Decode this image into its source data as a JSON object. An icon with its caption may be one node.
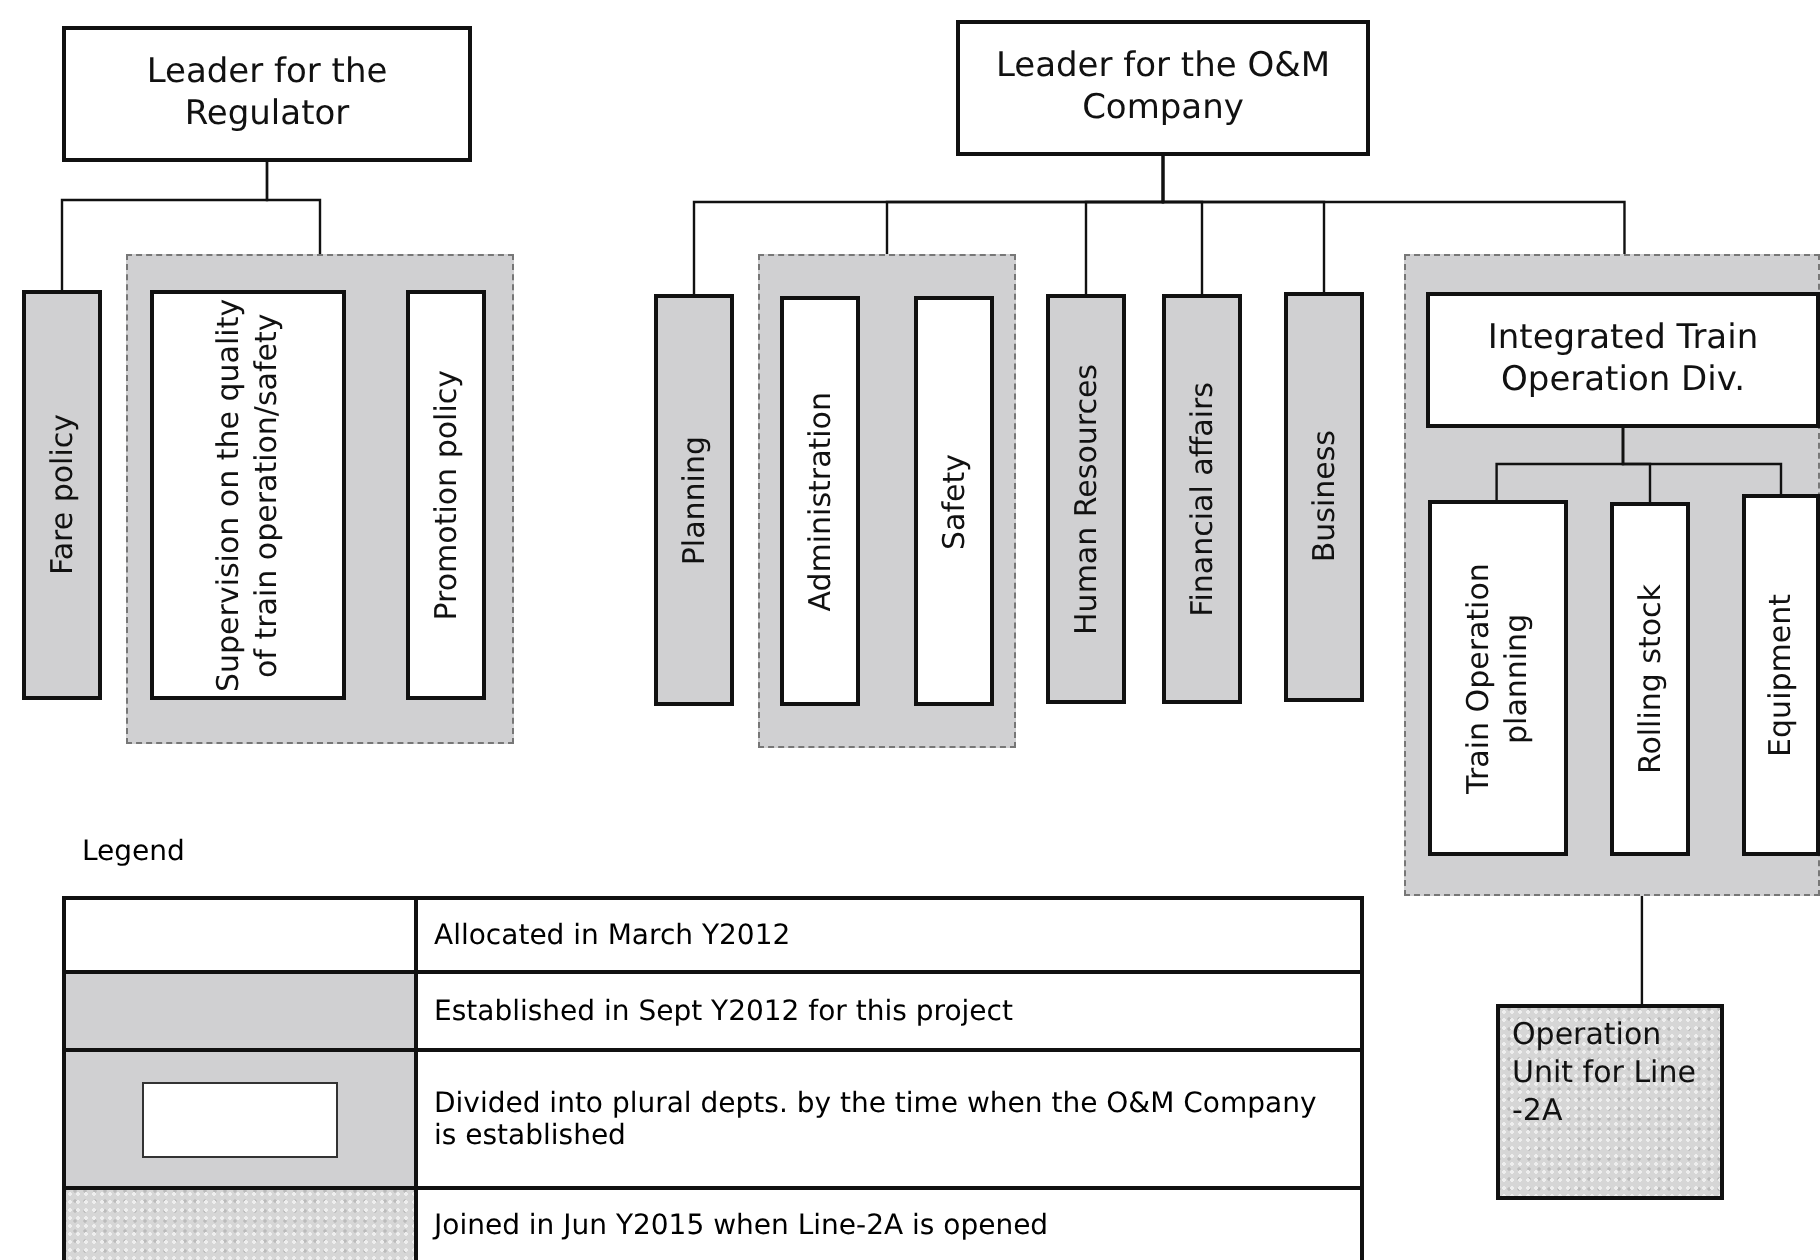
{
  "diagram": {
    "nodes": [
      {
        "text": [
          "Leader for the Regulator"
        ]
      },
      {
        "text": [
          "Fare policy"
        ]
      },
      {
        "text": [],
        "shape": "box"
      },
      {
        "text": [
          "Supervision on the quality of train operation/safety"
        ],
        "in": 2
      },
      {
        "text": [
          "Promotion policy"
        ],
        "in": 2
      },
      {
        "text": [
          "Leader for the O&M Company"
        ]
      },
      {
        "text": [
          "Planning"
        ]
      },
      {
        "text": [],
        "shape": "box"
      },
      {
        "text": [
          "Administration"
        ],
        "in": 7
      },
      {
        "text": [
          "Safety"
        ],
        "in": 7
      },
      {
        "text": [
          "Human Resources"
        ]
      },
      {
        "text": [
          "Financial affairs"
        ]
      },
      {
        "text": [
          "Business"
        ]
      },
      {
        "text": [],
        "shape": "box"
      },
      {
        "text": [
          "Integrated Train Operation Div."
        ],
        "in": 13
      },
      {
        "text": [
          "Train Operation planning"
        ],
        "in": 13
      },
      {
        "text": [
          "Rolling stock"
        ],
        "in": 13
      },
      {
        "text": [
          "Equipment"
        ],
        "in": 13
      },
      {
        "text": [
          "Operation Unit for Line -2A"
        ]
      }
    ],
    "edges": [
      {
        "from": 0,
        "to": 1,
        "arrow": "none"
      },
      {
        "from": 0,
        "to": 2,
        "arrow": "none"
      },
      {
        "from": 5,
        "to": 6,
        "arrow": "none"
      },
      {
        "from": 5,
        "to": 7,
        "arrow": "none"
      },
      {
        "from": 5,
        "to": 10,
        "arrow": "none"
      },
      {
        "from": 5,
        "to": 11,
        "arrow": "none"
      },
      {
        "from": 5,
        "to": 12,
        "arrow": "none"
      },
      {
        "from": 5,
        "to": 13,
        "arrow": "none"
      },
      {
        "from": 14,
        "to": 15,
        "arrow": "none"
      },
      {
        "from": 14,
        "to": 16,
        "arrow": "none"
      },
      {
        "from": 14,
        "to": 17,
        "arrow": "none"
      },
      {
        "from": 13,
        "to": 18,
        "arrow": "none"
      }
    ],
    "labels": [
      "Legend"
    ],
    "legend": [
      {
        "text": "Allocated in March Y2012",
        "color": "#ffffff"
      },
      {
        "text": "Established in Sept Y2012  for this project",
        "color": "#d0d0d2"
      },
      {
        "text": "Divided into plural depts. by the time when the O&M Company is established"
      },
      {
        "text": "Joined in Jun Y2015 when Line-2A is opened"
      }
    ]
  }
}
